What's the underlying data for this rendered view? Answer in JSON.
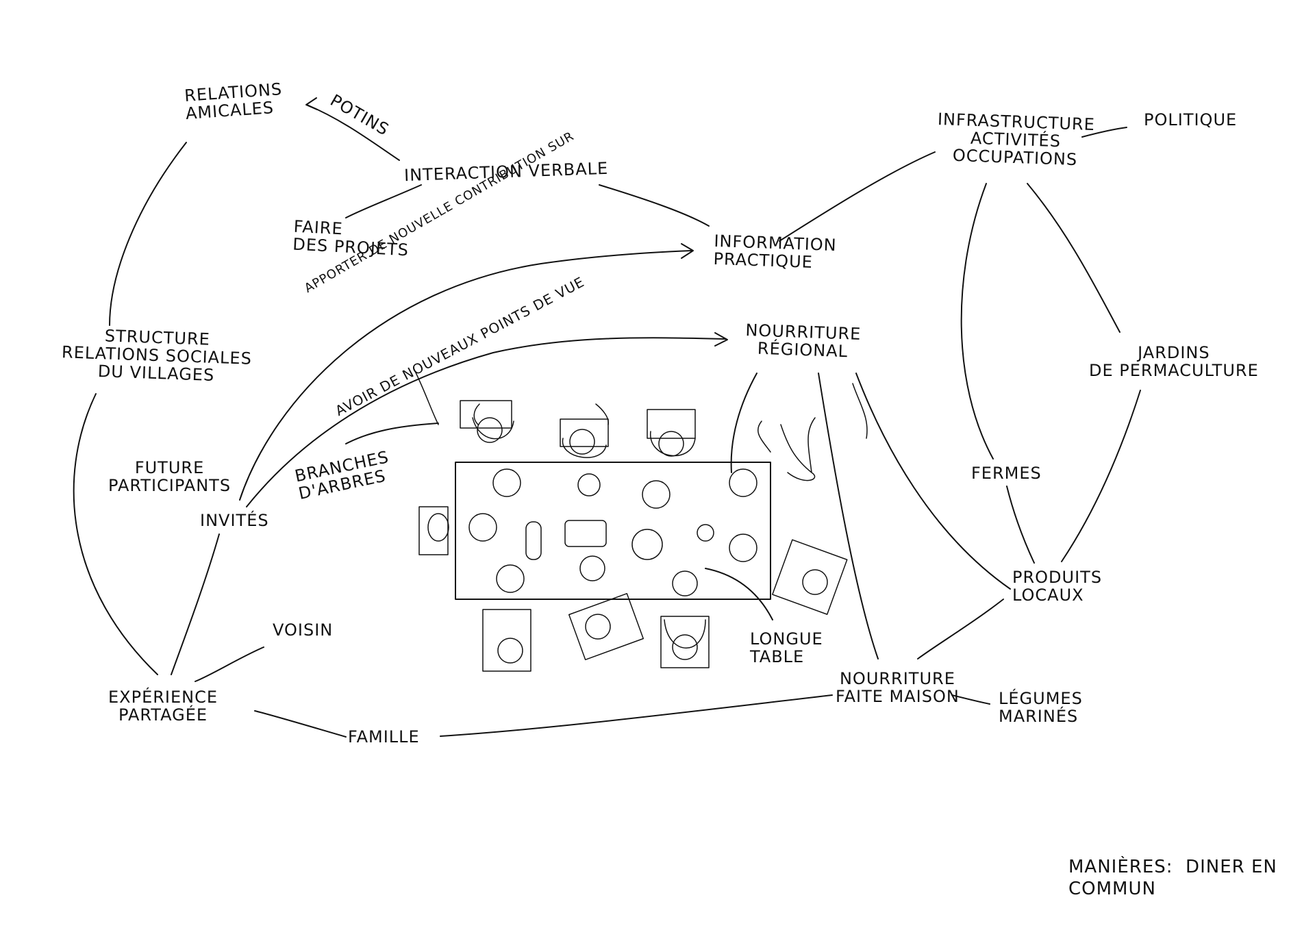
{
  "nodes": {
    "relations_amicales": "RELATIONS\nAMICALES",
    "potins": "POTINS",
    "interaction_verbale": "INTERACTION VERBALE",
    "faire_des_projets": "FAIRE\nDES PROJETS",
    "information_practique": "INFORMATION\nPRACTIQUE",
    "apporter": "APPORTER DE NOUVELLE CONTRIBUTION SUR",
    "avoir": "AVOIR DE NOUVEAUX POINTS DE VUE",
    "nourriture_regional": "NOURRITURE\nRÉGIONAL",
    "structure": "STRUCTURE\nRELATIONS SOCIALES\nDU VILLAGES",
    "future_participants": "FUTURE\nPARTICIPANTS",
    "invites": "INVITÉS",
    "branches": "BRANCHES\nD'ARBRES",
    "longue_table": "LONGUE\nTABLE",
    "voisin": "VOISIN",
    "experience": "EXPÉRIENCE\nPARTAGÉE",
    "famille": "FAMILLE",
    "nourriture_maison": "NOURRITURE\nFAITE MAISON",
    "legumes": "LÉGUMES\nMARINÉS",
    "infrastructure": "INFRASTRUCTURE\nACTIVITÉS\nOCCUPATIONS",
    "politique": "POLITIQUE",
    "jardins": "JARDINS\nDE PERMACULTURE",
    "fermes": "FERMES",
    "produits_locaux": "PRODUITS\nLOCAUX",
    "title": "MANIÈRES:  DINER EN\nCOMMUN"
  }
}
